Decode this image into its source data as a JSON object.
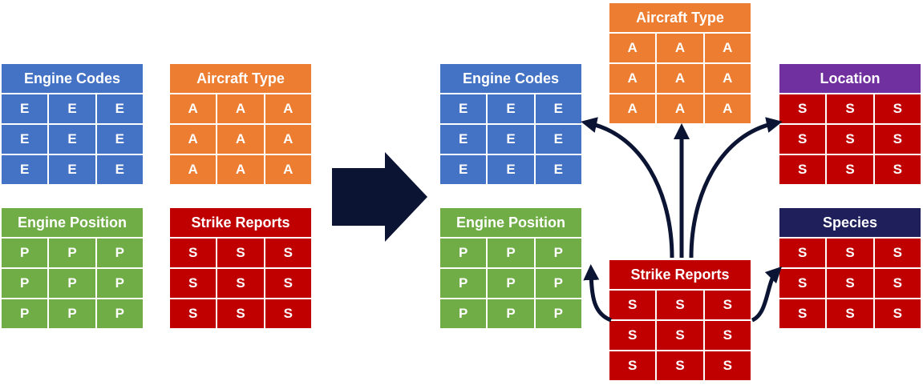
{
  "colors": {
    "blue": "#4472c4",
    "orange": "#ed7d31",
    "green": "#70ad47",
    "red": "#c00000",
    "purple": "#7030a0",
    "navy": "#1f1f5c",
    "arrow": "#0c1433"
  },
  "before": {
    "engine_codes": {
      "title": "Engine Codes",
      "letter": "E"
    },
    "aircraft_type": {
      "title": "Aircraft Type",
      "letter": "A"
    },
    "engine_position": {
      "title": "Engine Position",
      "letter": "P"
    },
    "strike_reports": {
      "title": "Strike Reports",
      "letter": "S"
    }
  },
  "after": {
    "engine_codes": {
      "title": "Engine Codes",
      "letter": "E"
    },
    "aircraft_type": {
      "title": "Aircraft Type",
      "letter": "A"
    },
    "location": {
      "title": "Location",
      "letter": "S"
    },
    "engine_position": {
      "title": "Engine Position",
      "letter": "P"
    },
    "strike_reports": {
      "title": "Strike Reports",
      "letter": "S"
    },
    "species": {
      "title": "Species",
      "letter": "S"
    }
  }
}
